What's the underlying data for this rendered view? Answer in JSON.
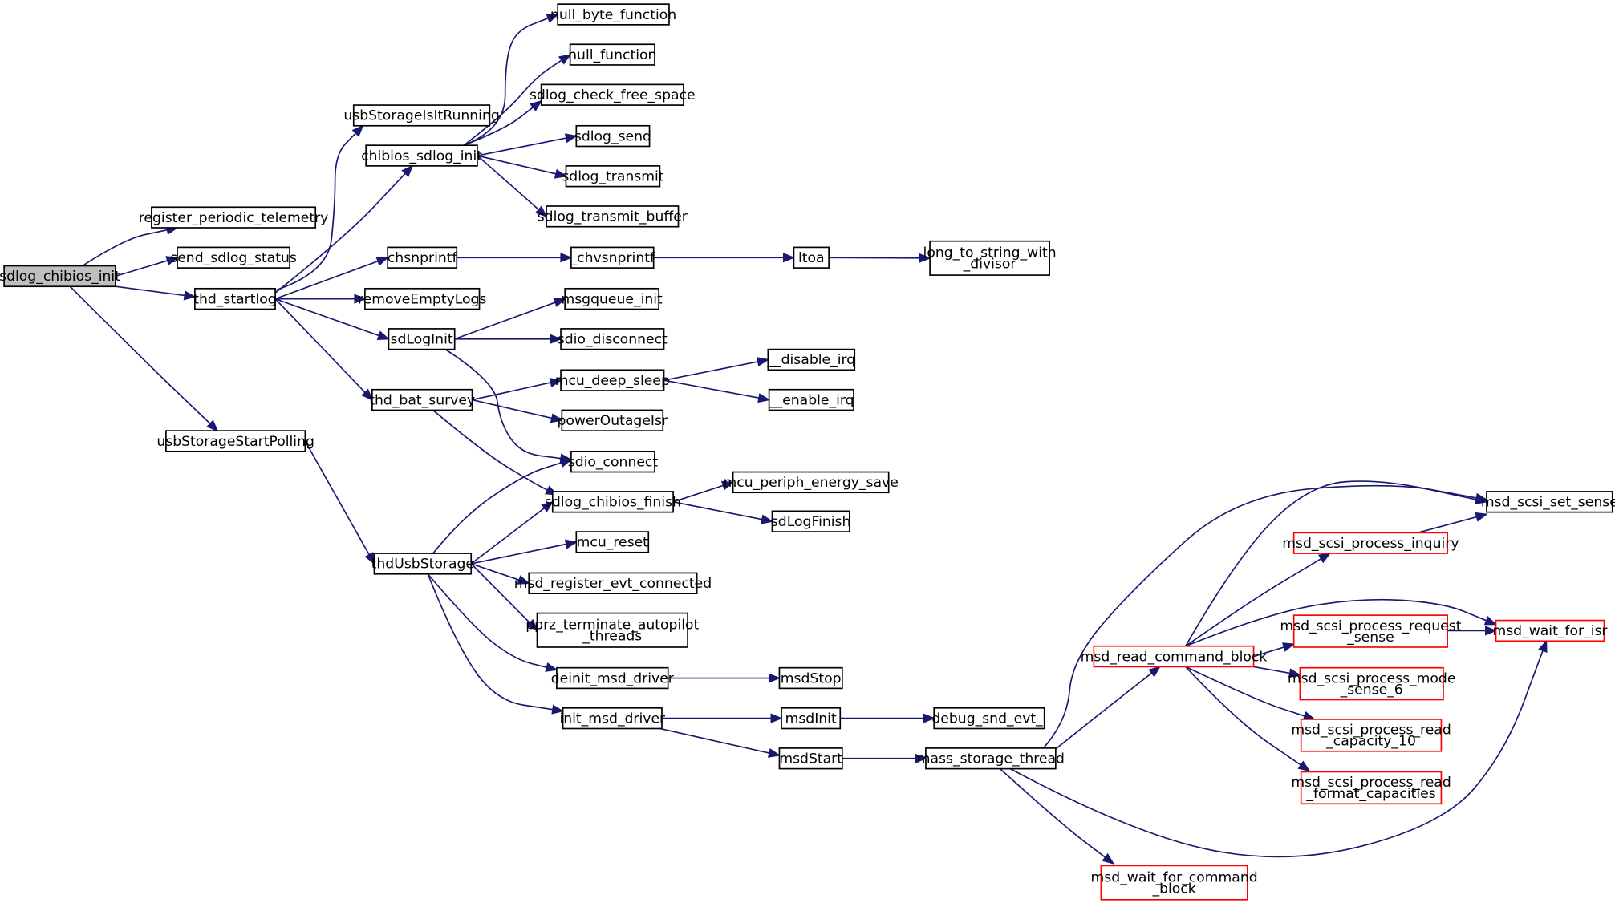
{
  "colors": {
    "edge": "#191970",
    "node_border": "#000000",
    "node_border_truncated": "#ff0000",
    "root_fill": "#bfbfbf",
    "node_fill": "#ffffff"
  },
  "diagram": {
    "type": "call-graph",
    "root": "sdlog_chibios_init",
    "nodes": [
      {
        "id": "sdlog_chibios_init",
        "lines": [
          "sdlog_chibios_init"
        ],
        "style": "root"
      },
      {
        "id": "register_periodic_telemetry",
        "lines": [
          "register_periodic_telemetry"
        ],
        "style": "normal"
      },
      {
        "id": "send_sdlog_status",
        "lines": [
          "send_sdlog_status"
        ],
        "style": "normal"
      },
      {
        "id": "thd_startlog",
        "lines": [
          "thd_startlog"
        ],
        "style": "normal"
      },
      {
        "id": "usbStorageStartPolling",
        "lines": [
          "usbStorageStartPolling"
        ],
        "style": "normal"
      },
      {
        "id": "usbStorageIsItRunning",
        "lines": [
          "usbStorageIsItRunning"
        ],
        "style": "normal"
      },
      {
        "id": "chibios_sdlog_init",
        "lines": [
          "chibios_sdlog_init"
        ],
        "style": "normal"
      },
      {
        "id": "chsnprintf",
        "lines": [
          "chsnprintf"
        ],
        "style": "normal"
      },
      {
        "id": "removeEmptyLogs",
        "lines": [
          "removeEmptyLogs"
        ],
        "style": "normal"
      },
      {
        "id": "sdLogInit",
        "lines": [
          "sdLogInit"
        ],
        "style": "normal"
      },
      {
        "id": "thd_bat_survey",
        "lines": [
          "thd_bat_survey"
        ],
        "style": "normal"
      },
      {
        "id": "thdUsbStorage",
        "lines": [
          "thdUsbStorage"
        ],
        "style": "normal"
      },
      {
        "id": "null_byte_function",
        "lines": [
          "null_byte_function"
        ],
        "style": "normal"
      },
      {
        "id": "null_function",
        "lines": [
          "null_function"
        ],
        "style": "normal"
      },
      {
        "id": "sdlog_check_free_space",
        "lines": [
          "sdlog_check_free_space"
        ],
        "style": "normal"
      },
      {
        "id": "sdlog_send",
        "lines": [
          "sdlog_send"
        ],
        "style": "normal"
      },
      {
        "id": "sdlog_transmit",
        "lines": [
          "sdlog_transmit"
        ],
        "style": "normal"
      },
      {
        "id": "sdlog_transmit_buffer",
        "lines": [
          "sdlog_transmit_buffer"
        ],
        "style": "normal"
      },
      {
        "id": "_chvsnprintf",
        "lines": [
          "_chvsnprintf"
        ],
        "style": "normal"
      },
      {
        "id": "msgqueue_init",
        "lines": [
          "msgqueue_init"
        ],
        "style": "normal"
      },
      {
        "id": "sdio_disconnect",
        "lines": [
          "sdio_disconnect"
        ],
        "style": "normal"
      },
      {
        "id": "mcu_deep_sleep",
        "lines": [
          "mcu_deep_sleep"
        ],
        "style": "normal"
      },
      {
        "id": "powerOutageIsr",
        "lines": [
          "powerOutageIsr"
        ],
        "style": "normal"
      },
      {
        "id": "sdio_connect",
        "lines": [
          "sdio_connect"
        ],
        "style": "normal"
      },
      {
        "id": "sdlog_chibios_finish",
        "lines": [
          "sdlog_chibios_finish"
        ],
        "style": "normal"
      },
      {
        "id": "mcu_reset",
        "lines": [
          "mcu_reset"
        ],
        "style": "normal"
      },
      {
        "id": "msd_register_evt_connected",
        "lines": [
          "msd_register_evt_connected"
        ],
        "style": "normal"
      },
      {
        "id": "pprz_terminate_autopilot_threads",
        "lines": [
          "pprz_terminate_autopilot",
          "_threads"
        ],
        "style": "normal"
      },
      {
        "id": "deinit_msd_driver",
        "lines": [
          "deinit_msd_driver"
        ],
        "style": "normal"
      },
      {
        "id": "init_msd_driver",
        "lines": [
          "init_msd_driver"
        ],
        "style": "normal"
      },
      {
        "id": "ltoa",
        "lines": [
          "ltoa"
        ],
        "style": "normal"
      },
      {
        "id": "__disable_irq",
        "lines": [
          "__disable_irq"
        ],
        "style": "normal"
      },
      {
        "id": "__enable_irq",
        "lines": [
          "__enable_irq"
        ],
        "style": "normal"
      },
      {
        "id": "mcu_periph_energy_save",
        "lines": [
          "mcu_periph_energy_save"
        ],
        "style": "normal"
      },
      {
        "id": "sdLogFinish",
        "lines": [
          "sdLogFinish"
        ],
        "style": "normal"
      },
      {
        "id": "msdStop",
        "lines": [
          "msdStop"
        ],
        "style": "normal"
      },
      {
        "id": "msdInit",
        "lines": [
          "msdInit"
        ],
        "style": "normal"
      },
      {
        "id": "msdStart",
        "lines": [
          "msdStart"
        ],
        "style": "normal"
      },
      {
        "id": "long_to_string_with_divisor",
        "lines": [
          "long_to_string_with",
          "_divisor"
        ],
        "style": "normal"
      },
      {
        "id": "debug_snd_evt_i",
        "lines": [
          "debug_snd_evt_i"
        ],
        "style": "normal"
      },
      {
        "id": "mass_storage_thread",
        "lines": [
          "mass_storage_thread"
        ],
        "style": "normal"
      },
      {
        "id": "msd_read_command_block",
        "lines": [
          "msd_read_command_block"
        ],
        "style": "truncated"
      },
      {
        "id": "msd_wait_for_command_block",
        "lines": [
          "msd_wait_for_command",
          "_block"
        ],
        "style": "truncated"
      },
      {
        "id": "msd_scsi_process_inquiry",
        "lines": [
          "msd_scsi_process_inquiry"
        ],
        "style": "truncated"
      },
      {
        "id": "msd_scsi_process_request_sense",
        "lines": [
          "msd_scsi_process_request",
          "_sense"
        ],
        "style": "truncated"
      },
      {
        "id": "msd_scsi_process_mode_sense_6",
        "lines": [
          "msd_scsi_process_mode",
          "_sense_6"
        ],
        "style": "truncated"
      },
      {
        "id": "msd_scsi_process_read_capacity_10",
        "lines": [
          "msd_scsi_process_read",
          "_capacity_10"
        ],
        "style": "truncated"
      },
      {
        "id": "msd_scsi_process_read_format_capacities",
        "lines": [
          "msd_scsi_process_read",
          "_format_capacities"
        ],
        "style": "truncated"
      },
      {
        "id": "msd_scsi_set_sense",
        "lines": [
          "msd_scsi_set_sense"
        ],
        "style": "normal"
      },
      {
        "id": "msd_wait_for_isr",
        "lines": [
          "msd_wait_for_isr"
        ],
        "style": "truncated"
      }
    ],
    "edges": [
      [
        "sdlog_chibios_init",
        "register_periodic_telemetry"
      ],
      [
        "sdlog_chibios_init",
        "send_sdlog_status"
      ],
      [
        "sdlog_chibios_init",
        "thd_startlog"
      ],
      [
        "sdlog_chibios_init",
        "usbStorageStartPolling"
      ],
      [
        "thd_startlog",
        "usbStorageIsItRunning"
      ],
      [
        "thd_startlog",
        "chibios_sdlog_init"
      ],
      [
        "thd_startlog",
        "chsnprintf"
      ],
      [
        "thd_startlog",
        "removeEmptyLogs"
      ],
      [
        "thd_startlog",
        "sdLogInit"
      ],
      [
        "thd_startlog",
        "thd_bat_survey"
      ],
      [
        "chibios_sdlog_init",
        "null_byte_function"
      ],
      [
        "chibios_sdlog_init",
        "null_function"
      ],
      [
        "chibios_sdlog_init",
        "sdlog_check_free_space"
      ],
      [
        "chibios_sdlog_init",
        "sdlog_send"
      ],
      [
        "chibios_sdlog_init",
        "sdlog_transmit"
      ],
      [
        "chibios_sdlog_init",
        "sdlog_transmit_buffer"
      ],
      [
        "chsnprintf",
        "_chvsnprintf"
      ],
      [
        "_chvsnprintf",
        "ltoa"
      ],
      [
        "ltoa",
        "long_to_string_with_divisor"
      ],
      [
        "sdLogInit",
        "msgqueue_init"
      ],
      [
        "sdLogInit",
        "sdio_disconnect"
      ],
      [
        "sdLogInit",
        "sdio_connect"
      ],
      [
        "thd_bat_survey",
        "mcu_deep_sleep"
      ],
      [
        "thd_bat_survey",
        "powerOutageIsr"
      ],
      [
        "thd_bat_survey",
        "sdlog_chibios_finish"
      ],
      [
        "mcu_deep_sleep",
        "__disable_irq"
      ],
      [
        "mcu_deep_sleep",
        "__enable_irq"
      ],
      [
        "sdlog_chibios_finish",
        "mcu_periph_energy_save"
      ],
      [
        "sdlog_chibios_finish",
        "sdLogFinish"
      ],
      [
        "usbStorageStartPolling",
        "thdUsbStorage"
      ],
      [
        "thdUsbStorage",
        "sdio_connect"
      ],
      [
        "thdUsbStorage",
        "sdlog_chibios_finish"
      ],
      [
        "thdUsbStorage",
        "mcu_reset"
      ],
      [
        "thdUsbStorage",
        "msd_register_evt_connected"
      ],
      [
        "thdUsbStorage",
        "pprz_terminate_autopilot_threads"
      ],
      [
        "thdUsbStorage",
        "deinit_msd_driver"
      ],
      [
        "thdUsbStorage",
        "init_msd_driver"
      ],
      [
        "deinit_msd_driver",
        "msdStop"
      ],
      [
        "init_msd_driver",
        "msdInit"
      ],
      [
        "init_msd_driver",
        "msdStart"
      ],
      [
        "msdInit",
        "debug_snd_evt_i"
      ],
      [
        "msdStart",
        "mass_storage_thread"
      ],
      [
        "mass_storage_thread",
        "msd_read_command_block"
      ],
      [
        "mass_storage_thread",
        "msd_wait_for_command_block"
      ],
      [
        "mass_storage_thread",
        "msd_scsi_set_sense"
      ],
      [
        "mass_storage_thread",
        "msd_wait_for_isr"
      ],
      [
        "msd_read_command_block",
        "msd_scsi_process_inquiry"
      ],
      [
        "msd_read_command_block",
        "msd_scsi_process_request_sense"
      ],
      [
        "msd_read_command_block",
        "msd_scsi_process_mode_sense_6"
      ],
      [
        "msd_read_command_block",
        "msd_scsi_process_read_capacity_10"
      ],
      [
        "msd_read_command_block",
        "msd_scsi_process_read_format_capacities"
      ],
      [
        "msd_read_command_block",
        "msd_scsi_set_sense"
      ],
      [
        "msd_read_command_block",
        "msd_wait_for_isr"
      ],
      [
        "msd_scsi_process_inquiry",
        "msd_scsi_set_sense"
      ],
      [
        "msd_scsi_process_request_sense",
        "msd_wait_for_isr"
      ]
    ]
  }
}
